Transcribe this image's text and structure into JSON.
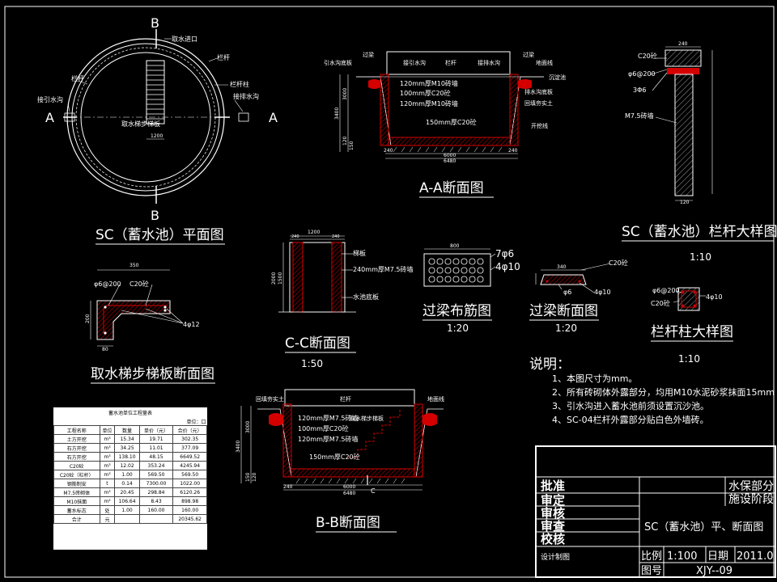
{
  "colors": {
    "background": "#000000",
    "line": "#ffffff",
    "fill_red": "#d40000",
    "hatch": "#b00000"
  },
  "plan": {
    "section_letter_top": "B",
    "section_letter_bottom": "B",
    "section_letter_left": "A",
    "section_letter_right": "A",
    "inlet": "取水进口",
    "railing": "栏杆",
    "railing_left": "栏杆",
    "rail_post": "栏杆柱",
    "lead_ditch": "接引水沟",
    "drain_ditch": "接排水沟",
    "stair_label": "取水梯步梯板",
    "dim_inner": "1200",
    "title": "SC（蓄水池）平面图"
  },
  "section_aa": {
    "title": "A-A断面图",
    "labels": [
      "过梁",
      "引水沟底板",
      "接引水沟",
      "栏杆",
      "接排水沟",
      "过梁",
      "地面线",
      "沉淀池",
      "排水沟底板",
      "回填夯实土",
      "开挖线"
    ],
    "layers": [
      "120mm厚M10砖墙",
      "100mm厚C20砼",
      "120mm厚M10砖墙",
      "150mm厚C20砼"
    ],
    "dims": [
      "3400",
      "3000",
      "120",
      "150",
      "240",
      "6000",
      "6480"
    ],
    "dim_240b": "240"
  },
  "rail_detail": {
    "title": "SC（蓄水池）栏杆大样图",
    "scale": "1:10",
    "labels": [
      "C20砼",
      "φ6@200",
      "3Φ6",
      "M7.5砖墙"
    ],
    "dims": [
      "240",
      "120"
    ]
  },
  "cc": {
    "title": "C-C断面图",
    "scale": "1:50",
    "labels": [
      "梯板",
      "240mm厚M7.5砖墙",
      "水池底板"
    ],
    "dims": [
      "1200",
      "240",
      "240",
      "1500",
      "2000"
    ]
  },
  "lintel_rebar": {
    "title": "过梁布筋图",
    "scale": "1:20",
    "labels": [
      "7φ6",
      "4φ10"
    ],
    "dim": "800"
  },
  "lintel_section": {
    "title": "过梁断面图",
    "scale": "1:20",
    "labels": [
      "C20砼",
      "φ6",
      "4φ10"
    ],
    "dim": "340"
  },
  "post_detail": {
    "title": "栏杆柱大样图",
    "scale": "1:10",
    "labels": [
      "φ6@200",
      "C20砼",
      "4φ10"
    ]
  },
  "stair_slab": {
    "title": "取水梯步梯板断面图",
    "labels": [
      "φ6@200",
      "C20砼",
      "4φ12"
    ],
    "dims": [
      "350",
      "200",
      "80"
    ]
  },
  "notes": {
    "heading": "说明：",
    "items": [
      "1、本图尺寸为mm。",
      "2、所有砖砌体外露部分，均用M10水泥砂浆抹面15mm",
      "3、引水沟进入蓄水池前须设置沉沙池。",
      "4、SC-04栏杆外露部分贴白色外墙砖。"
    ]
  },
  "section_bb": {
    "title": "B-B断面图",
    "labels": [
      "回填夯实土",
      "栏杆",
      "地面线",
      "取水梯步梯板",
      "C"
    ],
    "layers": [
      "120mm厚M7.5砖墙",
      "100mm厚C20砼",
      "120mm厚M7.5砖墙",
      "150mm厚C20砼"
    ],
    "dims": [
      "3400",
      "3000",
      "150",
      "120",
      "240",
      "6000",
      "6480"
    ]
  },
  "quantities": {
    "caption": "蓄水池单位工程量表",
    "unit_note": "单位：口",
    "headers": [
      "工程名称",
      "单位",
      "数量",
      "单价（元）",
      "合价（元）"
    ],
    "rows": [
      [
        "土方开挖",
        "m³",
        "15.34",
        "19.71",
        "302.35"
      ],
      [
        "石方开挖",
        "m³",
        "34.25",
        "11.01",
        "377.09"
      ],
      [
        "石方开挖",
        "m³",
        "138.10",
        "48.15",
        "6649.52"
      ],
      [
        "C20砼",
        "m³",
        "12.02",
        "353.24",
        "4245.94"
      ],
      [
        "C20砼（栏杆）",
        "m³",
        "1.00",
        "569.50",
        "569.50"
      ],
      [
        "钢筋制安",
        "t",
        "0.14",
        "7300.00",
        "1022.00"
      ],
      [
        "M7.5砖砌体",
        "m³",
        "20.45",
        "298.84",
        "6120.26"
      ],
      [
        "M10抹面",
        "m²",
        "106.64",
        "8.43",
        "898.98"
      ],
      [
        "蓄水标志",
        "处",
        "1.00",
        "160.00",
        "160.00"
      ],
      [
        "合计",
        "元",
        "",
        "",
        "20345.62"
      ]
    ]
  },
  "title_block": {
    "approve": "批准",
    "verify": "审定",
    "review": "审核",
    "check": "审查",
    "proof": "校核",
    "design": "设计制图",
    "org_line1": "水保部分",
    "org_line2": "施设阶段",
    "drawing_name": "SC（蓄水池）平、断面图",
    "scale_label": "比例",
    "scale_value": "1:100",
    "date_label": "日期",
    "date_value": "2011.0",
    "no_label": "图号",
    "no_value": "XJY--09"
  }
}
